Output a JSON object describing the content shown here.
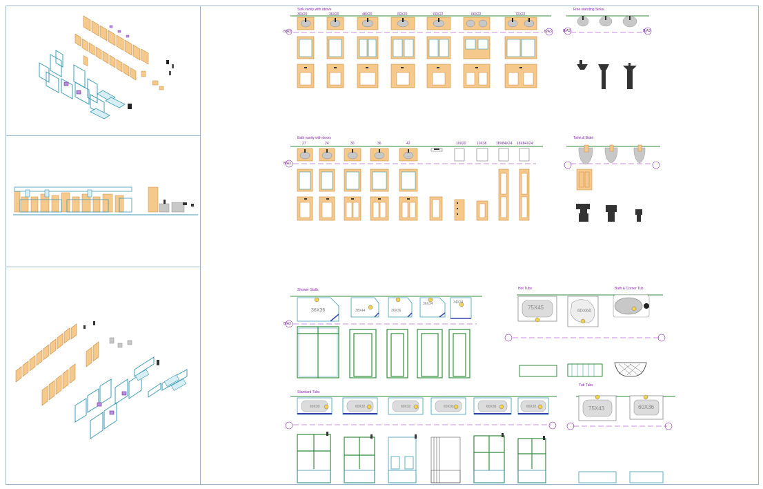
{
  "sheet": {
    "viewports": [
      "iso-view-top",
      "elevation-strip",
      "iso-view-bottom",
      "main-drawing"
    ]
  },
  "sections": {
    "vanity_sink_above": "Sink vanity with above",
    "free_standing": "Free standing Sinks",
    "vanity_with_doors": "Bath vanity with doors",
    "toilets": "Toilet & Bidet",
    "shower": "Shower Stalls",
    "hot_tubs": "Hot Tubs",
    "bath_tub_corner": "Bath & Corner Tub",
    "standard_tubs": "Standard Tubs",
    "tub_right": "Tub Tubs"
  },
  "vanity_top_dims": [
    "30X20",
    "36X20",
    "48X20",
    "60X20",
    "60X22",
    "66X22",
    "72X22"
  ],
  "vanity_doors_dims": [
    "27",
    "24",
    "30",
    "36",
    "42",
    "10X20",
    "10X36",
    "18X84X24",
    "18X84X24"
  ],
  "shower_dims": [
    "36X36",
    "38X44",
    "36X36",
    "36X34",
    "34X34"
  ],
  "tub_plan_dims": [
    "60X30",
    "60X32",
    "60X32",
    "60X30",
    "60X36",
    "66X32"
  ],
  "hot_tub_dims": [
    "75X45",
    "60X60"
  ],
  "tub_right_dims": [
    "75X43",
    "60X36"
  ],
  "section_tags": [
    "B/A3",
    "B/A3",
    "B/A3",
    "B/A3",
    "B/A3",
    "B/A3"
  ],
  "colors": {
    "frame": "#9ab4cc",
    "wood": "#f5c88c",
    "wood_edge": "#c98a3a",
    "teal": "#3b9bb4",
    "green": "#2e8b3a",
    "purple": "#8a1fb8",
    "gray": "#c8c8c8",
    "dark": "#333333"
  }
}
